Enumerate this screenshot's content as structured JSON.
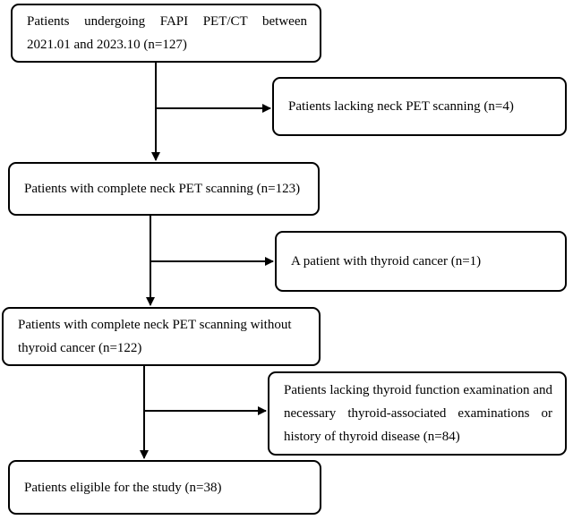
{
  "flowchart": {
    "boxes": [
      {
        "id": "total",
        "text": "Patients undergoing FAPI PET/CT between 2021.01 and 2023.10 (n=127)"
      },
      {
        "id": "excluded_no_neck",
        "text": "Patients lacking neck PET scanning (n=4)"
      },
      {
        "id": "complete_neck",
        "text": "Patients with complete neck PET scanning (n=123)"
      },
      {
        "id": "excluded_cancer",
        "text": "A patient with thyroid cancer (n=1)"
      },
      {
        "id": "without_cancer",
        "text": "Patients with complete neck PET scanning without thyroid cancer (n=122)"
      },
      {
        "id": "excluded_exam",
        "text": "Patients lacking thyroid function examination and necessary thyroid-associated examinations or history of thyroid disease (n=84)"
      },
      {
        "id": "eligible",
        "text": "Patients eligible for the study (n=38)"
      }
    ],
    "line_color": "#000000"
  }
}
